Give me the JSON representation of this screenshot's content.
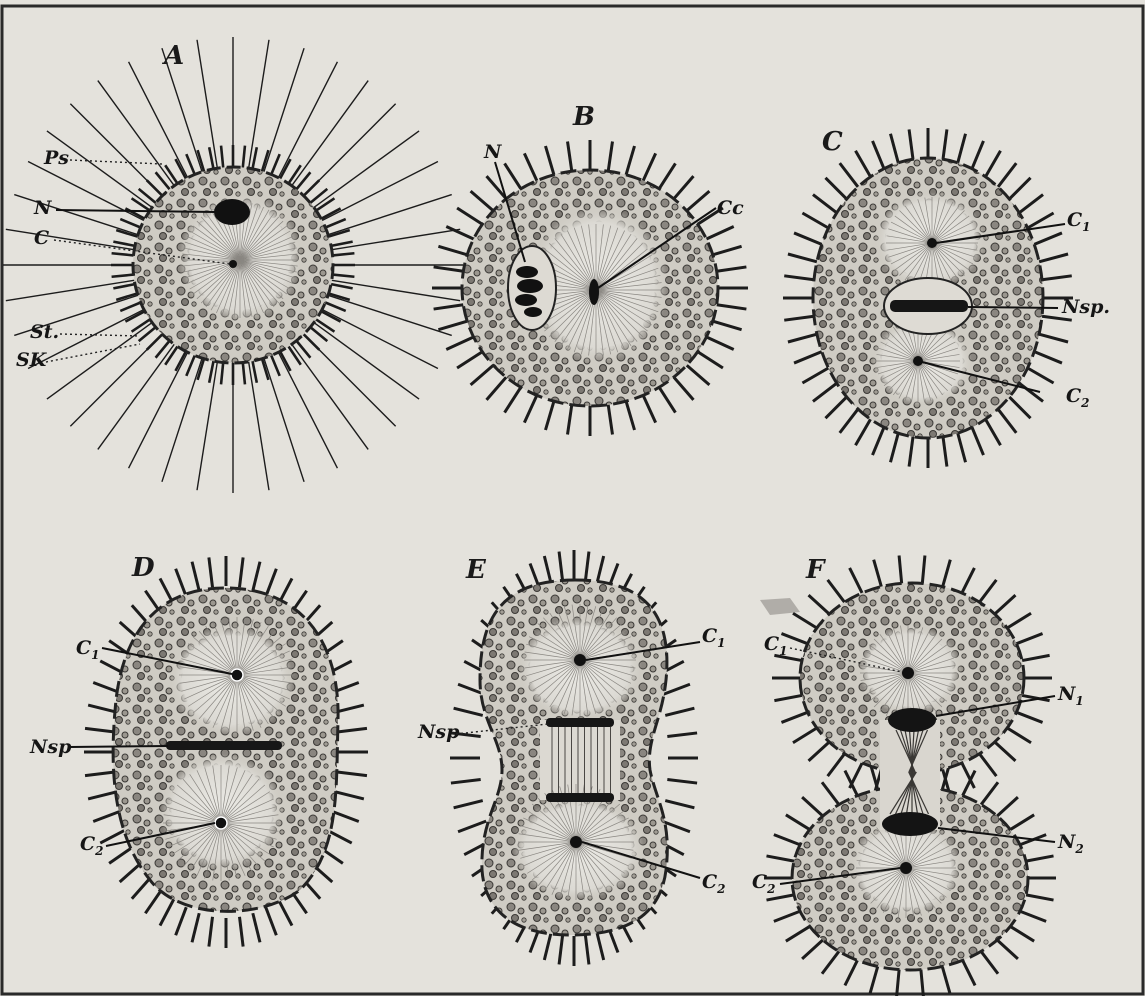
{
  "colors": {
    "paper": "#e4e2dc",
    "ink": "#151515",
    "cytoplasm": "#d3d0c8",
    "granule": "#6e6b66"
  },
  "panels": {
    "A": {
      "letter": "A",
      "labels": {
        "ps": "Ps",
        "n": "N",
        "c": "C",
        "st": "St.",
        "sk": "SK"
      }
    },
    "B": {
      "letter": "B",
      "labels": {
        "n": "N",
        "cc": "Cc"
      }
    },
    "C": {
      "letter": "C",
      "labels": {
        "c1": "C",
        "c1_sub": "1",
        "nsp": "Nsp.",
        "c2": "C",
        "c2_sub": "2"
      }
    },
    "D": {
      "letter": "D",
      "labels": {
        "c1": "C",
        "c1_sub": "1",
        "nsp": "Nsp",
        "c2": "C",
        "c2_sub": "2"
      }
    },
    "E": {
      "letter": "E",
      "labels": {
        "c1": "C",
        "c1_sub": "1",
        "nsp": "Nsp",
        "c2": "C",
        "c2_sub": "2"
      }
    },
    "F": {
      "letter": "F",
      "labels": {
        "c1": "C",
        "c1_sub": "1",
        "n1": "N",
        "n1_sub": "1",
        "n2": "N",
        "n2_sub": "2",
        "c2": "C",
        "c2_sub": "2"
      }
    }
  }
}
